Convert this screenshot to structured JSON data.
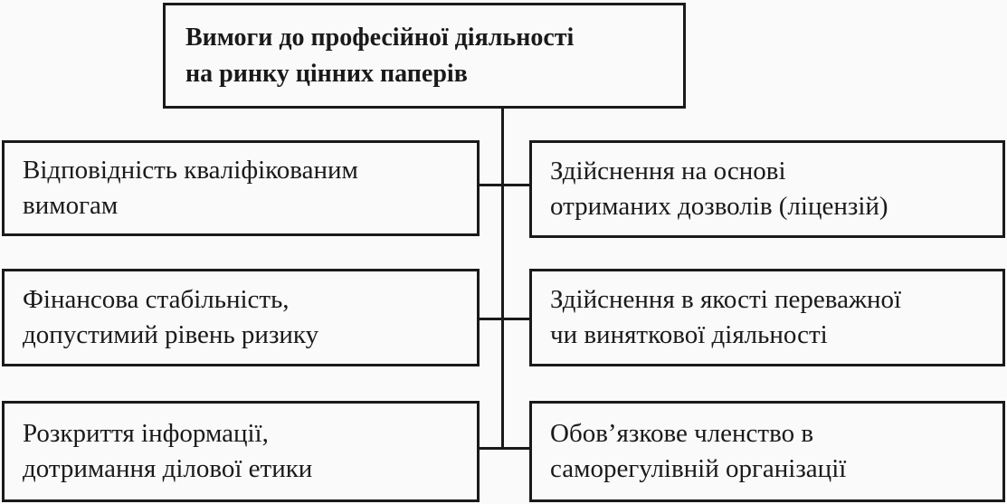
{
  "diagram": {
    "root": {
      "lines": [
        "Вимоги до професійної діяльності",
        "на ринку цінних паперів"
      ]
    },
    "left_items": [
      {
        "lines": [
          "Відповідність кваліфікованим",
          "вимогам"
        ]
      },
      {
        "lines": [
          "Фінансова стабільність,",
          "допустимий рівень ризику"
        ]
      },
      {
        "lines": [
          "Розкриття інформації,",
          "дотримання ділової етики"
        ]
      }
    ],
    "right_items": [
      {
        "lines": [
          "Здійснення на основі",
          "отриманих дозволів (ліцензій)"
        ]
      },
      {
        "lines": [
          "Здійснення в якості переважної",
          "чи виняткової діяльності"
        ]
      },
      {
        "lines": [
          "Обов’язкове членство в",
          "саморегулівній організації"
        ]
      }
    ]
  }
}
